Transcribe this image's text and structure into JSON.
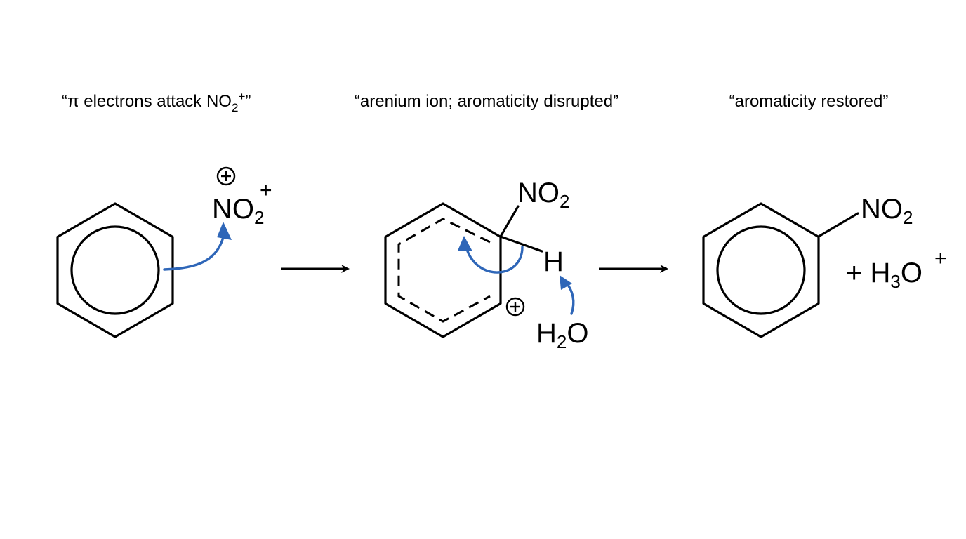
{
  "captions": {
    "step1_open": "“π electrons attack NO",
    "step1_sub": "2",
    "step1_sup": "+",
    "step1_close": "”",
    "step2": "“arenium ion; aromaticity disrupted”",
    "step3": "“aromaticity restored”"
  },
  "step1": {
    "electrophile_main": "NO",
    "electrophile_sub": "2",
    "electrophile_sup": "+",
    "formal_charge": "+"
  },
  "step2": {
    "substituent_main": "NO",
    "substituent_sub": "2",
    "hydrogen": "H",
    "base_h": "H",
    "base_sub": "2",
    "base_o": "O",
    "formal_charge": "+"
  },
  "step3": {
    "substituent_main": "NO",
    "substituent_sub": "2",
    "byproduct_plus": "+ H",
    "byproduct_sub": "3",
    "byproduct_o": "O",
    "byproduct_sup": "+"
  },
  "colors": {
    "curly_arrow": "#2e66b8",
    "lines": "#000000"
  }
}
